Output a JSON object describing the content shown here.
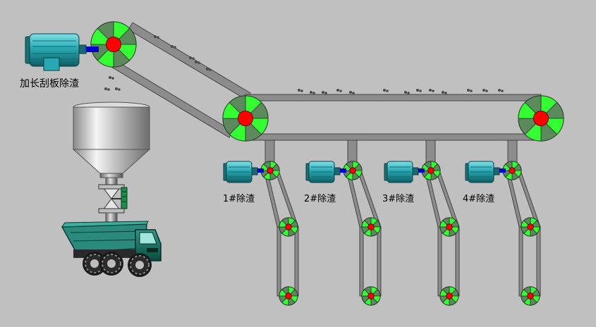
{
  "main_motor": {
    "label": "加长刮板除渣",
    "icon": "electric-motor-icon"
  },
  "units": [
    {
      "label": "1#除渣",
      "icon": "electric-motor-icon"
    },
    {
      "label": "2#除渣",
      "icon": "electric-motor-icon"
    },
    {
      "label": "3#除渣",
      "icon": "electric-motor-icon"
    },
    {
      "label": "4#除渣",
      "icon": "electric-motor-icon"
    }
  ],
  "colors": {
    "background": "#c0c0c0",
    "belt": "#8c8c8c",
    "pulley_green": "#33ff33",
    "pulley_dark": "#5c8a5c",
    "pulley_hub": "#ff0000",
    "motor": "#2a9ea6",
    "coupling": "#0000cc",
    "truck": "#1f7a6e"
  },
  "icons": [
    "hopper-icon",
    "valve-icon",
    "dump-truck-icon",
    "pulley-icon",
    "conveyor-belt-icon",
    "slag-particle-icon"
  ]
}
